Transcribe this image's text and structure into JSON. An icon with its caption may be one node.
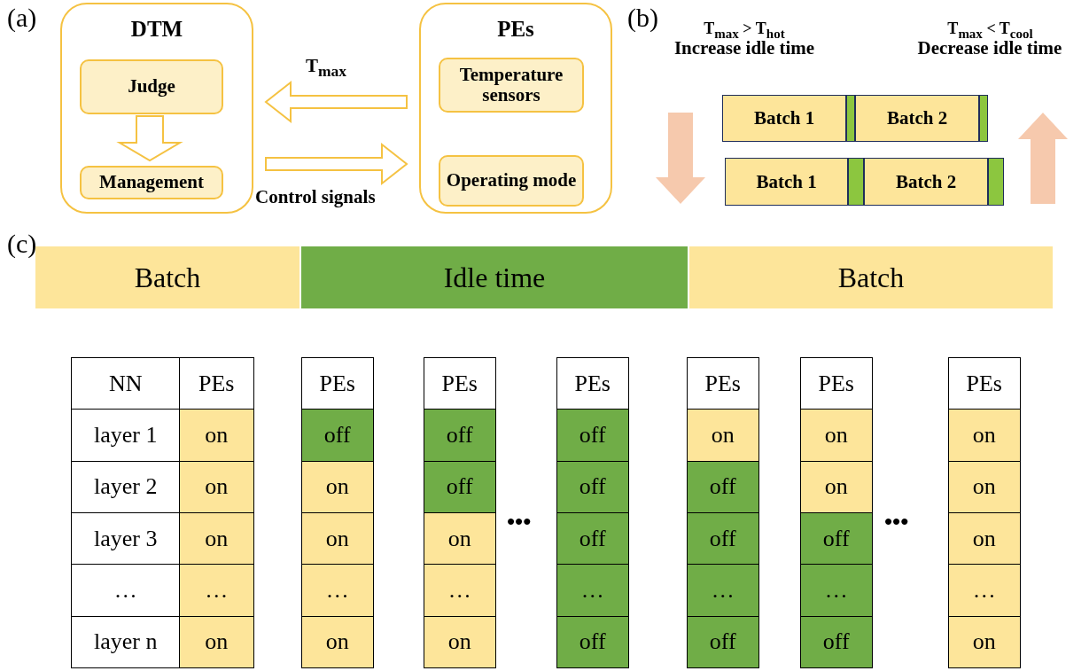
{
  "diagram": {
    "nodes": [
      {
        "text": [
          "DTM"
        ]
      },
      {
        "text": [
          "Judge"
        ],
        "in": 0
      },
      {
        "text": [
          "Management"
        ],
        "in": 0
      },
      {
        "text": [
          "PEs"
        ]
      },
      {
        "text": [
          "Temperature sensors"
        ],
        "in": 3
      },
      {
        "text": [
          "Operating mode"
        ],
        "in": 3
      },
      {
        "text": [
          "Batch 1"
        ]
      },
      {
        "text": [],
        "shape": "bar"
      },
      {
        "text": [
          "Batch 2"
        ]
      },
      {
        "text": [],
        "shape": "bar"
      },
      {
        "text": [
          "Batch 1"
        ]
      },
      {
        "text": [],
        "shape": "bar"
      },
      {
        "text": [
          "Batch 2"
        ]
      },
      {
        "text": [],
        "shape": "bar"
      },
      {
        "text": [
          "Batch"
        ]
      },
      {
        "text": [
          "Idle time"
        ]
      },
      {
        "text": [
          "Batch"
        ]
      }
    ],
    "edges": [
      {
        "from": 1,
        "to": 2,
        "arrow": "to"
      },
      {
        "from": 3,
        "to": 0,
        "arrow": "to",
        "label": "T$_{max}$"
      },
      {
        "from": 0,
        "to": 3,
        "arrow": "to",
        "label": "Control signals"
      }
    ],
    "labels": [
      "(a)",
      "(b)",
      "T$_{max}$ > T$_{hot}$",
      "Increase idle time",
      "T$_{max}$ < T$_{cool}$",
      "Decrease idle time",
      "(c)",
      "NN",
      "PEs",
      "layer 1",
      "on",
      "layer 2",
      "on",
      "layer 3",
      "on",
      "…",
      "…",
      "layer n",
      "on",
      "PEs",
      "off",
      "on",
      "on",
      "…",
      "on",
      "PEs",
      "off",
      "off",
      "on",
      "…",
      "on",
      "•••",
      "PEs",
      "off",
      "off",
      "off",
      "…",
      "off",
      "PEs",
      "on",
      "off",
      "off",
      "…",
      "off",
      "PEs",
      "on",
      "on",
      "off",
      "…",
      "off",
      "•••",
      "PEs",
      "on",
      "on",
      "on",
      "…",
      "on"
    ]
  }
}
